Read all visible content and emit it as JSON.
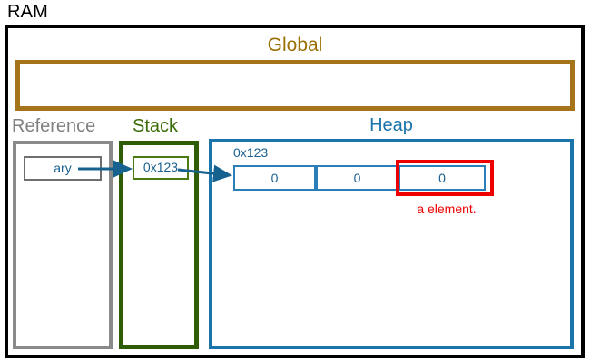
{
  "diagram": {
    "title": "RAM",
    "regions": {
      "global": {
        "label": "Global",
        "color": "#a5741a",
        "contents": []
      },
      "reference": {
        "label": "Reference",
        "color": "#8a8a8a",
        "slots": [
          {
            "label": "ary"
          }
        ]
      },
      "stack": {
        "label": "Stack",
        "color": "#2f5d07",
        "slots": [
          {
            "label": "0x123"
          }
        ]
      },
      "heap": {
        "label": "Heap",
        "color": "#1a74aa",
        "address_label": "0x123",
        "array_cells": [
          {
            "value": "0"
          },
          {
            "value": "0"
          },
          {
            "value": "0"
          }
        ],
        "highlight": {
          "caption": "a element.",
          "color": "#ee0000",
          "cell_index": 2
        }
      }
    },
    "arrows": [
      {
        "from": "reference-slot-ary",
        "to": "stack-slot-0x123",
        "color": "#17618f"
      },
      {
        "from": "stack-slot-0x123",
        "to": "heap-array-cell-0",
        "color": "#17618f"
      }
    ],
    "colors": {
      "frame": "#000000",
      "global": "#a5741a",
      "reference": "#8a8a8a",
      "stack": "#2f5d07",
      "heap": "#1a74aa",
      "highlight": "#ee0000",
      "text_blue": "#1a5f8f"
    }
  }
}
